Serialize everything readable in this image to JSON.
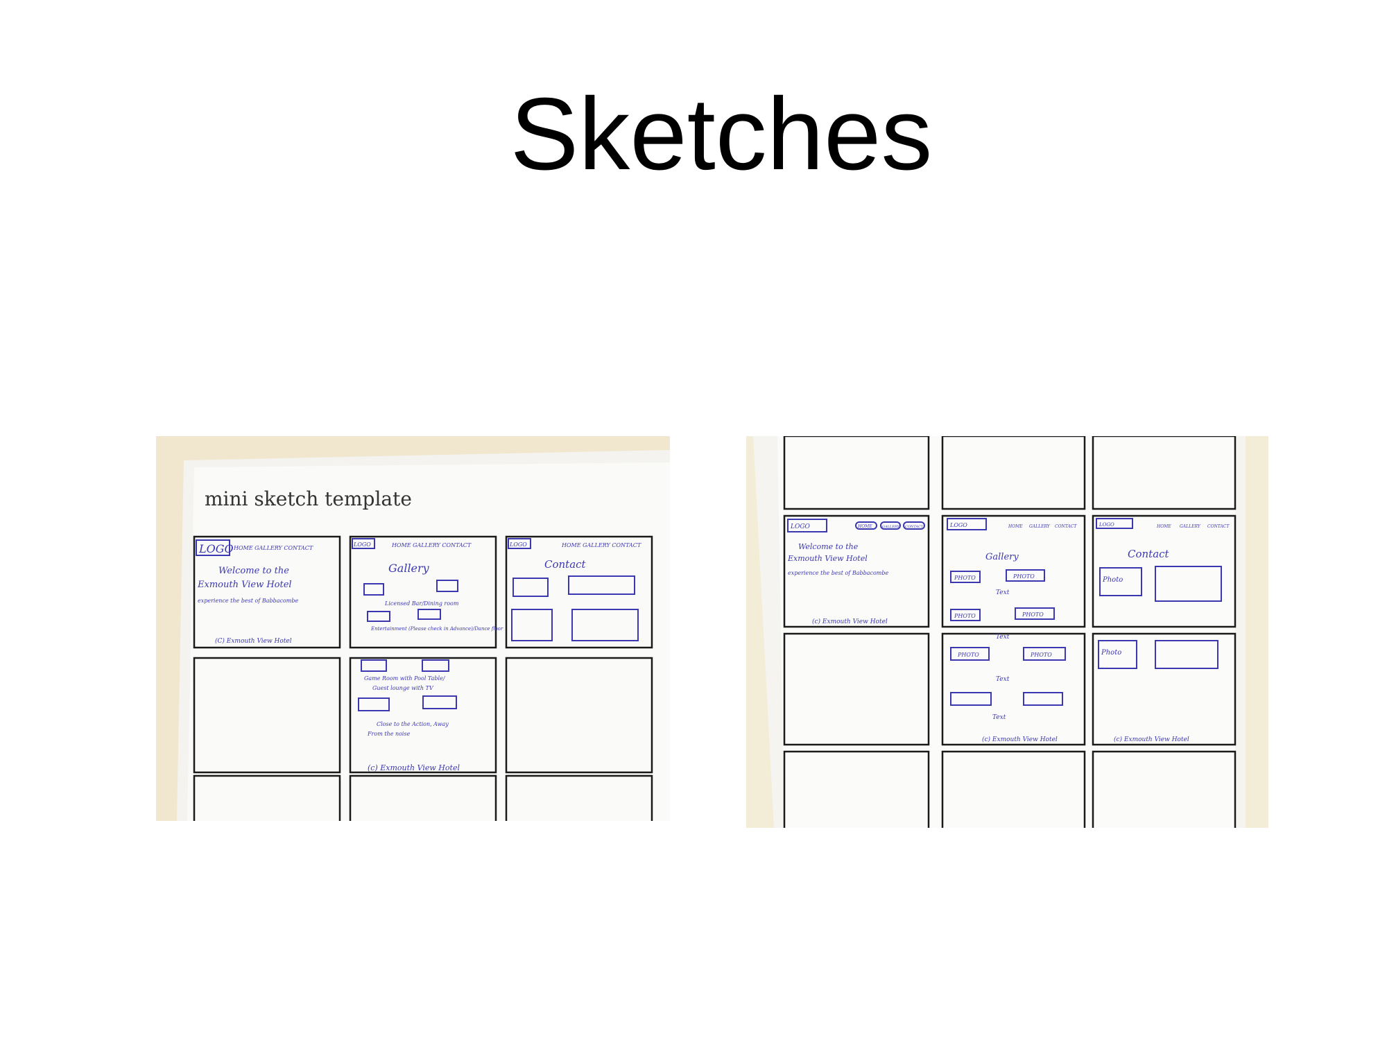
{
  "slide": {
    "title": "Sketches"
  },
  "left_photo": {
    "template_heading": "mini sketch template",
    "home": {
      "logo": "LOGO",
      "nav": "HOME GALLERY CONTACT",
      "welcome_1": "Welcome to the",
      "welcome_2": "Exmouth View Hotel",
      "welcome_3": "experience the best of Babbacombe",
      "footer": "(C) Exmouth View Hotel"
    },
    "gallery": {
      "logo": "LOGO",
      "nav": "HOME GALLERY CONTACT",
      "heading": "Gallery",
      "caption_1": "Licensed Bar/Dining room",
      "caption_2": "Entertainment (Please check in Advance)/Dance floor",
      "caption_3": "Game Room with Pool Table/",
      "caption_4": "Guest lounge with TV",
      "caption_5": "Close to the Action, Away",
      "caption_6": "From the noise",
      "footer": "(c) Exmouth View Hotel"
    },
    "contact": {
      "logo": "LOGO",
      "nav": "HOME GALLERY CONTACT",
      "heading": "Contact"
    }
  },
  "right_photo": {
    "home": {
      "logo": "LOGO",
      "nav_1": "HOME",
      "nav_2": "GALLERY",
      "nav_3": "CONTACT",
      "welcome_1": "Welcome to the",
      "welcome_2": "Exmouth View Hotel",
      "welcome_3": "experience the best of Babbacombe",
      "footer": "(c) Exmouth View Hotel"
    },
    "gallery": {
      "logo": "LOGO",
      "nav_1": "HOME",
      "nav_2": "GALLERY",
      "nav_3": "CONTACT",
      "heading": "Gallery",
      "photo_label": "PHOTO",
      "text_label": "Text",
      "footer": "(c) Exmouth View Hotel"
    },
    "contact": {
      "logo": "LOGO",
      "nav_1": "HOME",
      "nav_2": "GALLERY",
      "nav_3": "CONTACT",
      "heading": "Contact",
      "photo_label": "Photo",
      "footer": "(c) Exmouth View Hotel"
    }
  }
}
